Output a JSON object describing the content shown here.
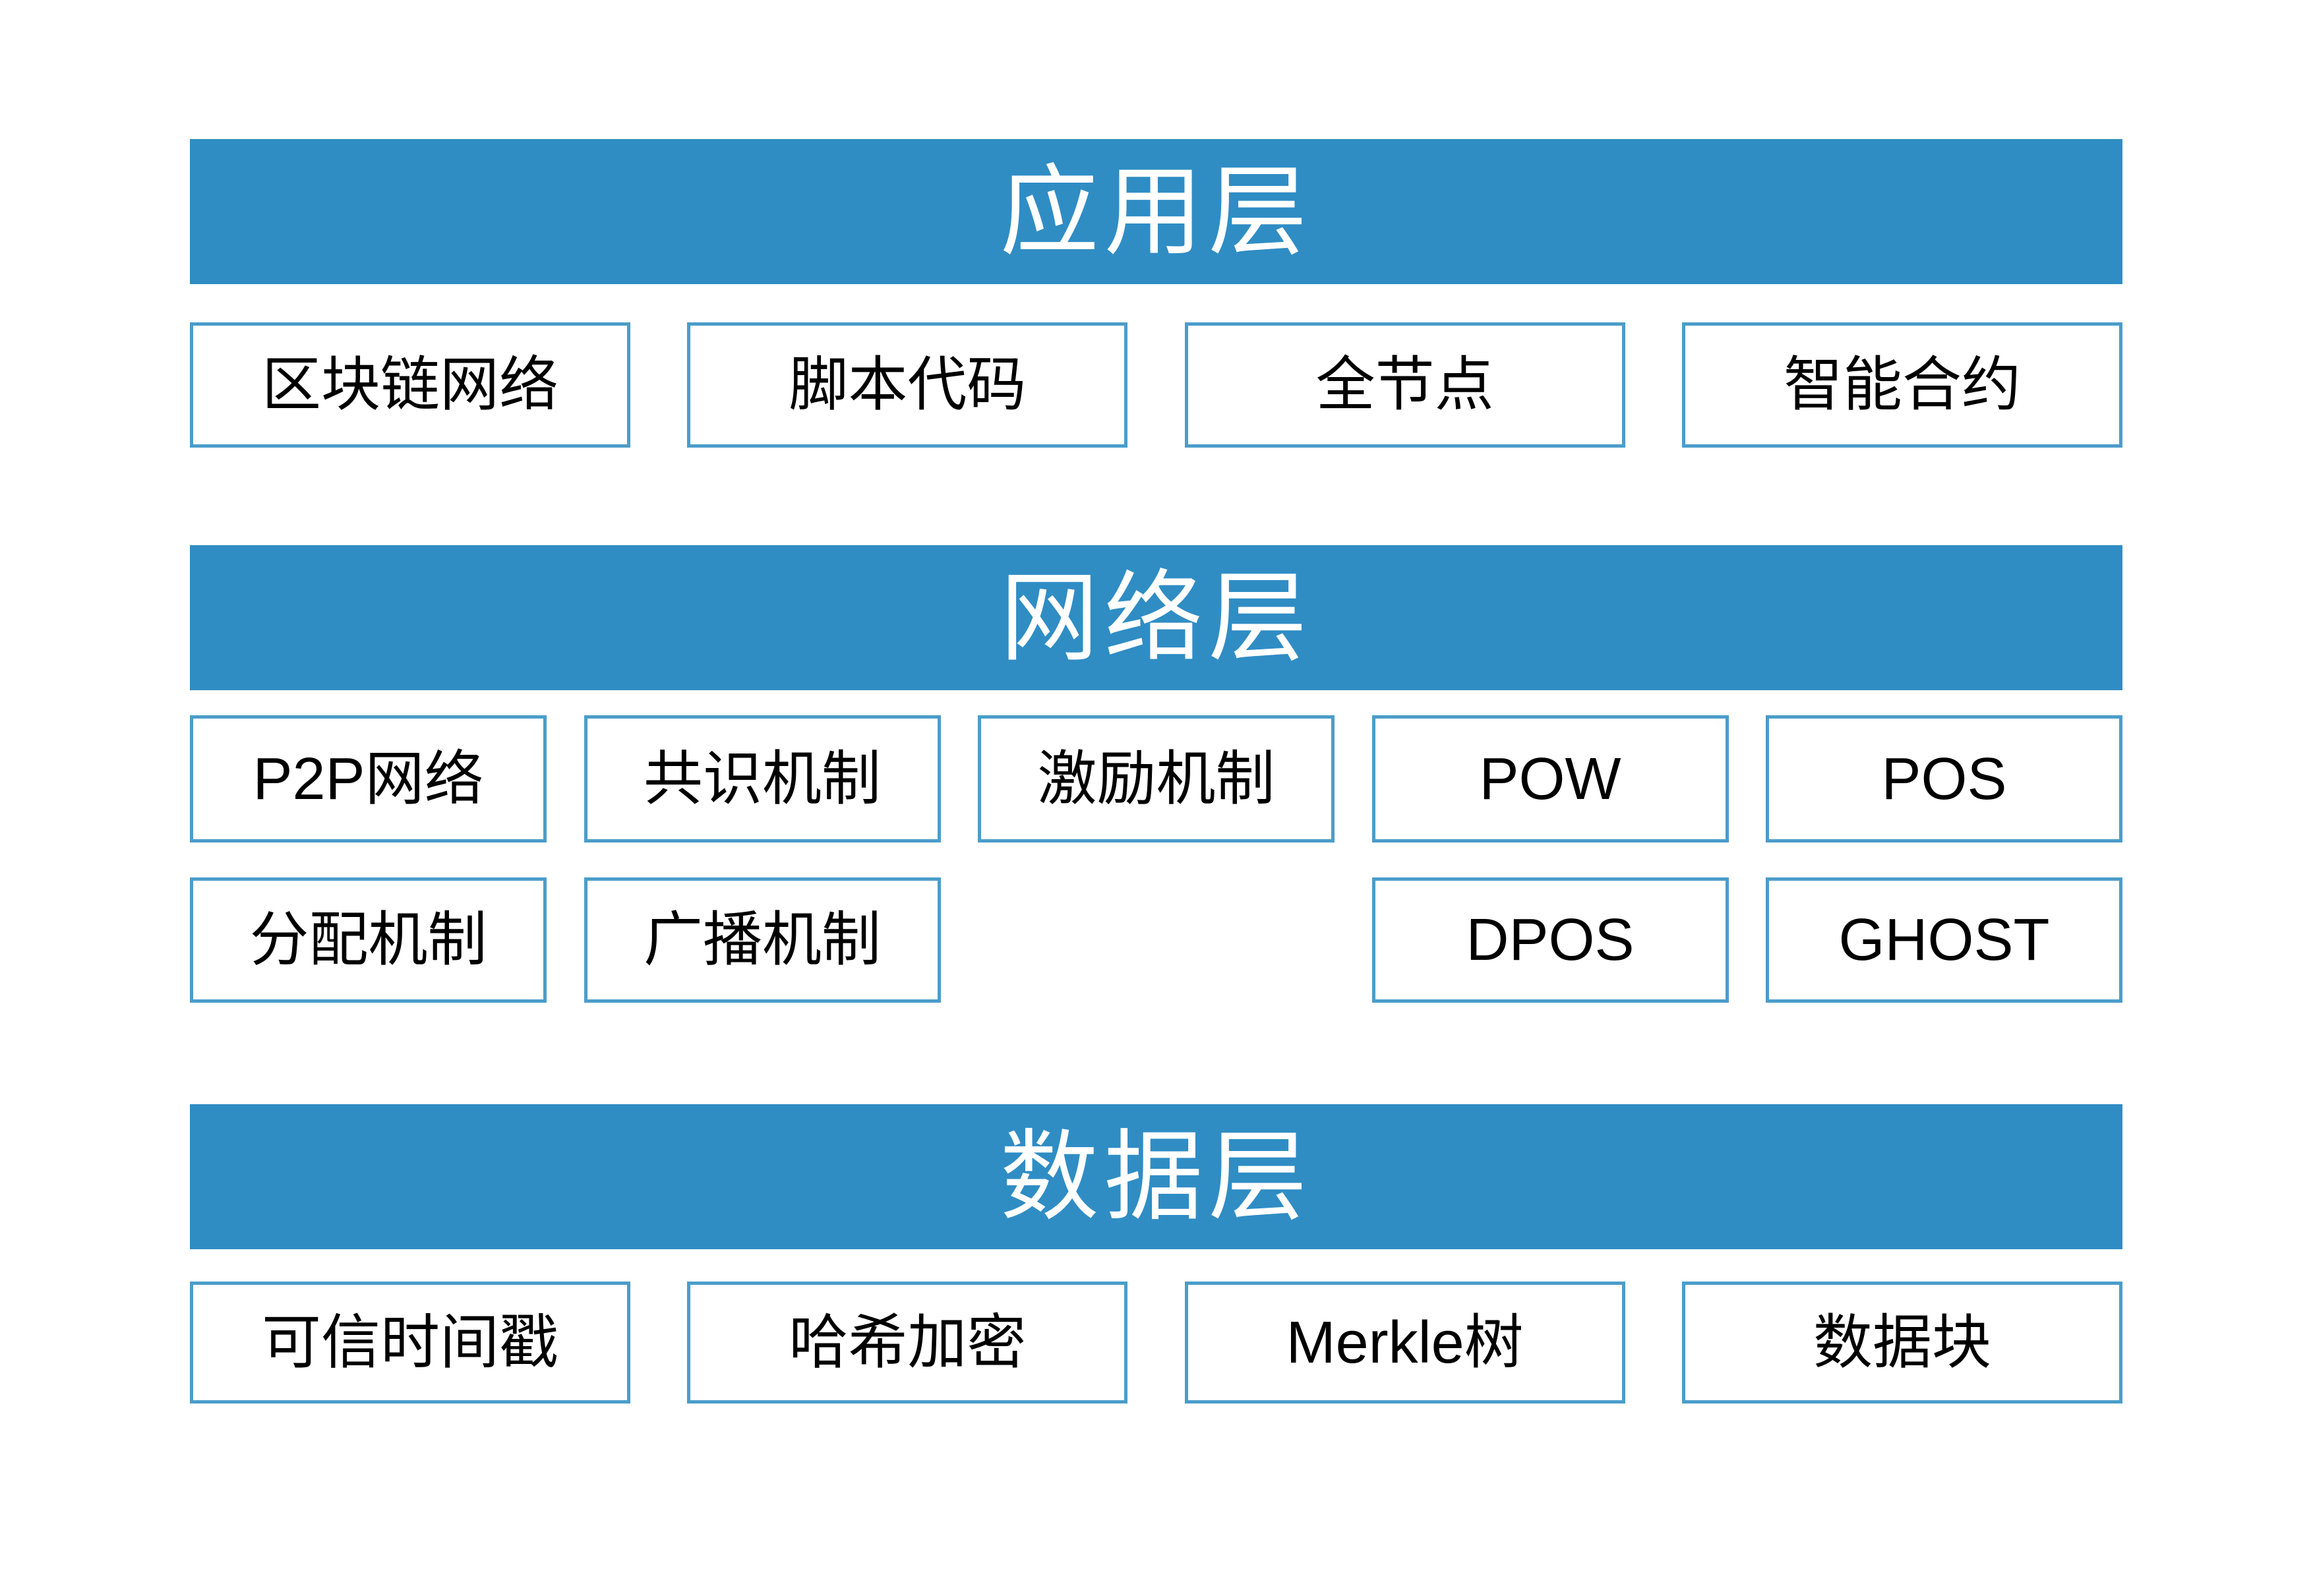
{
  "layers": [
    {
      "title": "应用层",
      "rows": [
        {
          "items": [
            "区块链网络",
            "脚本代码",
            "全节点",
            "智能合约"
          ]
        }
      ]
    },
    {
      "title": "网络层",
      "rows": [
        {
          "items": [
            "P2P网络",
            "共识机制",
            "激励机制",
            "POW",
            "POS"
          ]
        },
        {
          "items": [
            "分配机制",
            "广播机制",
            "DPOS",
            "GHOST"
          ]
        }
      ]
    },
    {
      "title": "数据层",
      "rows": [
        {
          "items": [
            "可信时间戳",
            "哈希加密",
            "Merkle树",
            "数据块"
          ]
        }
      ]
    }
  ],
  "colors": {
    "band": "#2f8dc4",
    "band_text": "#ffffff",
    "box_border": "#4a9dca",
    "box_text": "#000000",
    "background": "#ffffff"
  }
}
